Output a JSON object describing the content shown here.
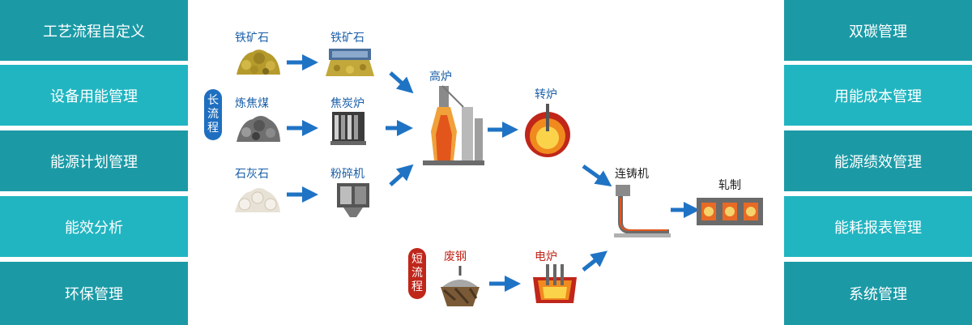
{
  "left_menu": [
    {
      "label": "工艺流程自定义",
      "tone": "dark"
    },
    {
      "label": "设备用能管理",
      "tone": "light"
    },
    {
      "label": "能源计划管理",
      "tone": "dark"
    },
    {
      "label": "能效分析",
      "tone": "light"
    },
    {
      "label": "环保管理",
      "tone": "dark"
    }
  ],
  "right_menu": [
    {
      "label": "双碳管理",
      "tone": "dark"
    },
    {
      "label": "用能成本管理",
      "tone": "light"
    },
    {
      "label": "能源绩效管理",
      "tone": "dark"
    },
    {
      "label": "能耗报表管理",
      "tone": "light"
    },
    {
      "label": "系统管理",
      "tone": "dark"
    }
  ],
  "colors": {
    "tile_dark": "#1b9aa6",
    "tile_light": "#21b5c1",
    "arrow": "#1f73c4",
    "label_blue": "#1a5fa8",
    "label_red": "#c0261a"
  },
  "process": {
    "long_route": "长流程",
    "short_route": "短流程",
    "raw": {
      "iron_ore": "铁矿石",
      "coking_coal": "炼焦煤",
      "limestone": "石灰石",
      "scrap": "废钢"
    },
    "units": {
      "sinter": "铁矿石",
      "coke_oven": "焦炭炉",
      "crusher": "粉碎机",
      "blast_furnace": "高炉",
      "converter": "转炉",
      "electric_furnace": "电炉",
      "caster": "连铸机",
      "rolling": "轧制"
    }
  }
}
